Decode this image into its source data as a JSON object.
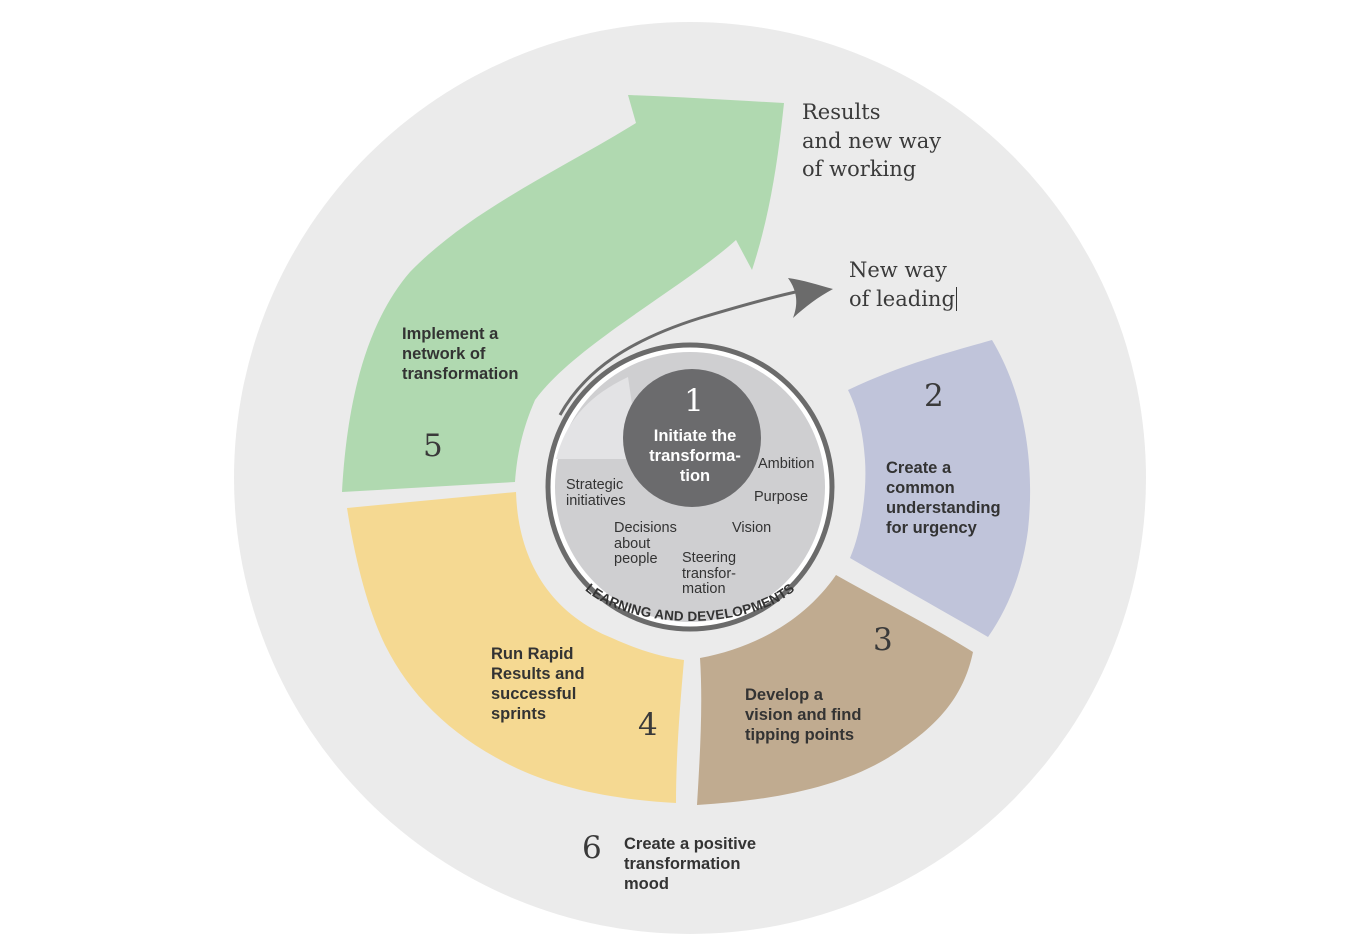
{
  "outcomes": {
    "results": [
      "Results",
      "and new way",
      "of working"
    ],
    "leading": [
      "New way",
      "of leading"
    ]
  },
  "core": {
    "number": "1",
    "title": [
      "Initiate the",
      "transforma-",
      "tion"
    ],
    "items": {
      "ambition": "Ambition",
      "purpose": "Purpose",
      "vision": "Vision",
      "steering": [
        "Steering",
        "transfor-",
        "mation"
      ],
      "decisions": [
        "Decisions",
        "about",
        "people"
      ],
      "strategic": [
        "Strategic",
        "initiatives"
      ]
    }
  },
  "learning_label": "LEARNING AND DEVELOPMENTS",
  "stages": [
    {
      "number": "2",
      "lines": [
        "Create a",
        "common",
        "understanding",
        "for urgency"
      ]
    },
    {
      "number": "3",
      "lines": [
        "Develop a",
        "vision and find",
        "tipping points"
      ]
    },
    {
      "number": "4",
      "lines": [
        "Run Rapid",
        "Results and",
        "successful",
        "sprints"
      ]
    },
    {
      "number": "5",
      "lines": [
        "Implement a",
        "network of",
        "transformation"
      ]
    },
    {
      "number": "6",
      "lines": [
        "Create a positive",
        "transformation",
        "mood"
      ]
    }
  ],
  "colors": {
    "outer_disc": "#ebebeb",
    "stage2": "#c0c4da",
    "stage3": "#c0ab90",
    "stage4": "#f5d992",
    "stage5": "#b0d9b0",
    "core_dark": "#6b6b6d",
    "core_light": "#cfcfd1",
    "arrow_dark": "#6b6b6b"
  }
}
